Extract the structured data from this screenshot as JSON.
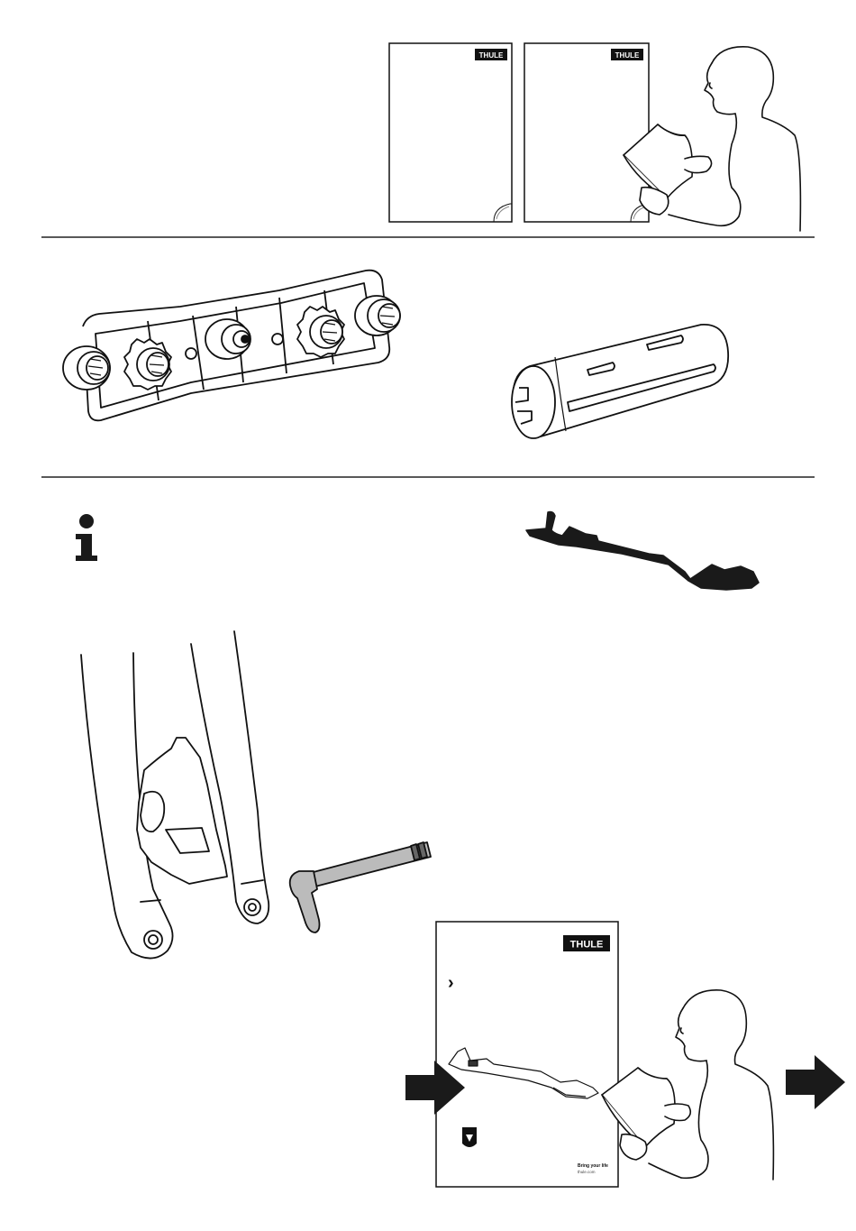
{
  "brand": {
    "logo_text": "THULE",
    "tagline": "Bring your life",
    "website": "thule.com"
  },
  "manual_cover": {
    "chevron": "›"
  },
  "icons": {
    "info": "info-icon",
    "arrow": "arrow-right-icon",
    "shield": "shield-icon"
  },
  "colors": {
    "ink": "#111111",
    "accent_black": "#1a1a1a",
    "rule": "#222222",
    "paper": "#ffffff"
  }
}
